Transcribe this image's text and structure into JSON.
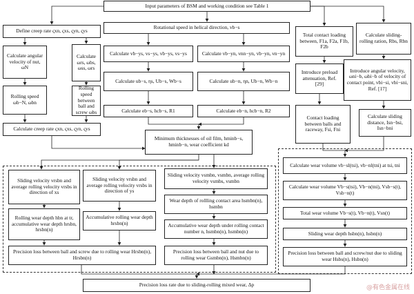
{
  "boxes": {
    "input": "Input parameters of BSM and working condition see Table 1",
    "creep_def": "Define creep rate ςxn, ςxs, ςyn, ςys",
    "rot_speed": "Rotational speed in helical direction, vb−s",
    "contact_load": "Total contact loading between, F1a, F2a, F1b, F2b",
    "slide_roll_ratio": "Calculate sliding-rolling ration, Rbs, Rbn",
    "ang_vel_nut": "Calculate angular velocity of nut, ωN",
    "ang_vel_screw": "Calculate ωrs, ωbs, ωss, ωrs",
    "v_a1": "Calculate vb−ys, vs−ys, vb−ys, vs−ys",
    "v_a2": "Calculate vb−yn, vnn−yn, vb−yn, vn−yn",
    "preload": "Introduce preload attenuation, Ref. [29]",
    "ang_vel_contact": "Introduce angular velocity, ωni−b, ωbi−b of velocity of contact point, vbi−si, vbi−sni, Ref. [17]",
    "roll_speed_nut": "Rolling speed ωb−N, ωbn",
    "roll_speed_screw": "Rolling speed between ball and screw ωbs",
    "u_b1": "Calculate ub−s, ηs, Ub−s, Wb−s",
    "u_b2": "Calculate ub−n, ηn, Ub−n, Wb−n",
    "e_h1": "Calculate eb−s, hcb−s, R1",
    "e_h2": "Calculate eb−n, hcb−n, R2",
    "creep_calc": "Calculate creep rate ςxn, ςxs, ςyn, ςys",
    "contact_raceway": "Contact loading between balls and raceway, Fsi, Fni",
    "sliding_dist": "Calculate sliding distance, Isn−bsi, Isn−bni",
    "film": "Minimum thicknesses of oil film, hminb−s, hminb−n, wear coefficient kd",
    "slide_vel_x": "Sliding velocity vrsbn and average rolling velocity vrsbs in direction of xs",
    "slide_vel_y": "Sliding velocity vrsbn and average rolling velocity vrsbs in direction of ys",
    "slide_vel_avg": "Sliding velocity vsmbn, vsmbn, average rolling velocity vsmbs, vsmbn",
    "wear_vol_1": "Calculate wear volume vb−sl(tsi), vb−nl(tni) at tsi, tni",
    "roll_wear_depth": "Rolling wear depth hbn at tr, accumulative wear depth hrsbn, hrsbn(n)",
    "accum_roll": "Accumulative rolling wear depth hrsbn(n)",
    "wear_depth_area": "Wear depth of rollling contact area hsmbn(n), hsmbn",
    "wear_vol_2": "Calculate wear volume Vb−s(tsi), Vb−n(tni), Vsb−s(t), Vsb−n(t)",
    "accum_contact": "Accumulative wear depth under rolling contact number n, hsmbn(n), hsmbn(n)",
    "total_wear": "Total wear volume Vb−s(t), Vb−n(t), Vsn(t)",
    "slide_wear_depth": "Sliding wear depth hsbn(n), hsbn(n)",
    "precision_roll": "Precision loss between ball and screw due to rolling wear Hrsbn(n), Hrsbn(n)",
    "precision_nut": "Precision loss between ball and nut due to rolling wear Gsmbn(n), Hsmbn(n)",
    "precision_slide": "Precision loss between ball and screw/nut due to sliding wear Hsbs(n), Hsbn(n)",
    "final": "Precision loss rate due to sliding-rolling mixed wear, Δp"
  },
  "watermark": "@有色金属在线"
}
